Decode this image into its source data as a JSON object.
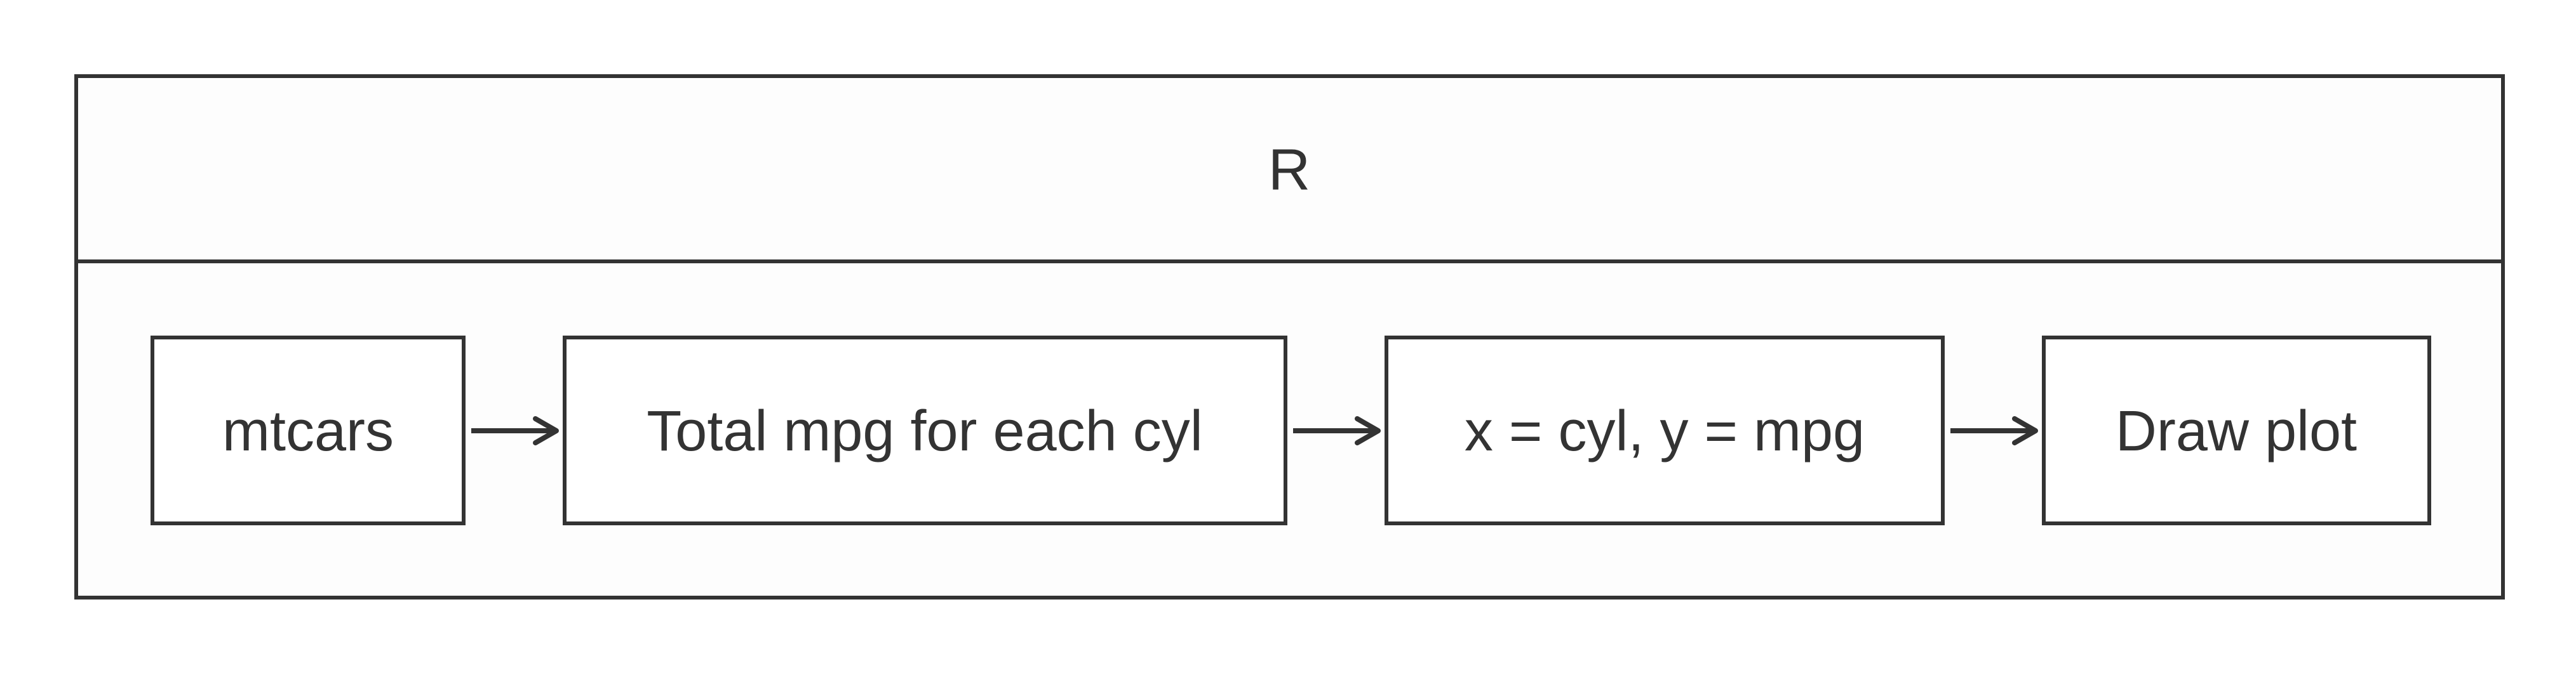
{
  "diagram": {
    "title": "R",
    "nodes": [
      {
        "label": "mtcars"
      },
      {
        "label": "Total mpg for each cyl"
      },
      {
        "label": "x = cyl, y = mpg"
      },
      {
        "label": "Draw plot"
      }
    ],
    "edges": [
      {
        "from": "mtcars",
        "to": "Total mpg for each cyl"
      },
      {
        "from": "Total mpg for each cyl",
        "to": "x = cyl, y = mpg"
      },
      {
        "from": "x = cyl, y = mpg",
        "to": "Draw plot"
      }
    ],
    "colors": {
      "stroke": "#333333",
      "background": "#fdfdfd"
    }
  }
}
